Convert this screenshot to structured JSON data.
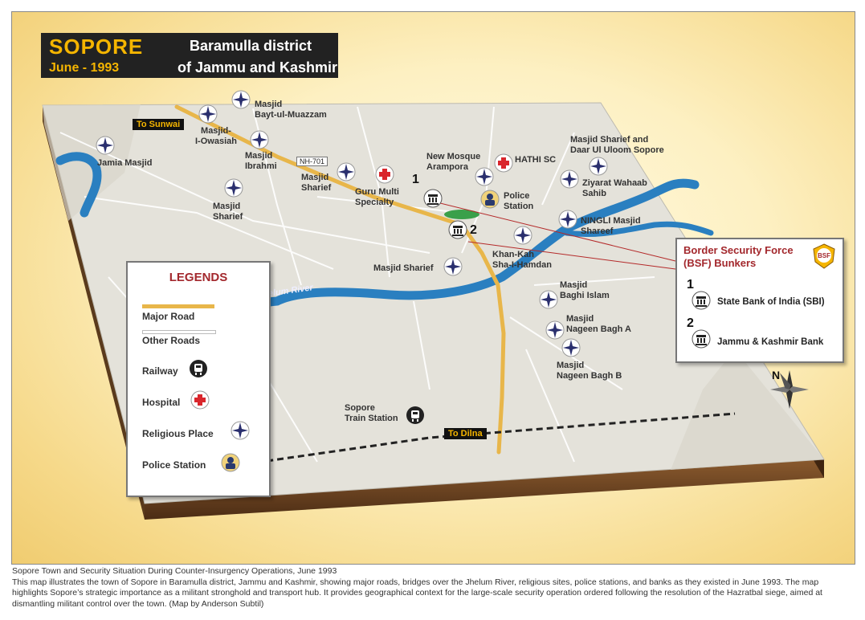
{
  "title": {
    "town": "SOPORE",
    "date": "June - 1993",
    "district": "Baramulla district",
    "state": "of Jammu and Kashmir"
  },
  "signs": {
    "sunwai": "To Sunwai",
    "dilna": "To Dilna",
    "highway": "NH-701"
  },
  "river": "Jhelum River",
  "places": {
    "bayt": "Masjid\nBayt-ul-Muazzam",
    "owasiah": "Masjid-\nI-Owasiah",
    "ibrahmi": "Masjid\nIbrahmi",
    "jamia": "Jamia Masjid",
    "sharief1": "Masjid\nSharief",
    "sharief2": "Masjid\nSharief",
    "guru": "Guru Multi\nSpecialty",
    "arampora": "New Mosque\nArampora",
    "hathi": "HATHI SC",
    "police": "Police\nStation",
    "daar": "Masjid Sharief and\nDaar Ul Uloom Sopore",
    "ziyarat": "Ziyarat Wahaab\nSahib",
    "ningli": "NINGLI Masjid\nShareef",
    "khankah": "Khan-Kah\nSha-I-Hamdan",
    "sharief3": "Masjid Sharief",
    "baghi": "Masjid\nBaghi Islam",
    "nageenA": "Masjid\nNageen Bagh A",
    "nageenB": "Masjid\nNageen Bagh B",
    "train": "Sopore\nTrain Station"
  },
  "bunker_numbers": [
    "1",
    "2"
  ],
  "compass": "N",
  "legend": {
    "title": "LEGENDS",
    "items": [
      "Major Road",
      "Other Roads",
      "Railway",
      "Hospital",
      "Religious Place",
      "Police Station"
    ]
  },
  "bsf": {
    "title": "Border Security Force\n(BSF) Bunkers",
    "badge": "BSF",
    "bunkers": [
      {
        "num": "1",
        "label": "State Bank of India (SBI)"
      },
      {
        "num": "2",
        "label": "Jammu & Kashmir Bank"
      }
    ]
  },
  "caption": {
    "heading": "Sopore Town and Security Situation During Counter-Insurgency Operations, June 1993",
    "body": "This map illustrates the town of Sopore in Baramulla district, Jammu and Kashmir, showing major roads, bridges over the Jhelum River, religious sites, police stations, and banks as they existed in June 1993. The map highlights Sopore’s strategic importance as a militant stronghold and transport hub. It provides geographical context for the large-scale security operation ordered following the resolution of the Hazratbal siege, aimed at dismantling militant control over the town. (Map by Anderson Subtil)"
  },
  "colors": {
    "major_road": "#e8b64a",
    "river": "#2a7fc0",
    "accent_red": "#a3282d",
    "map_ground": "#e4e2da"
  }
}
